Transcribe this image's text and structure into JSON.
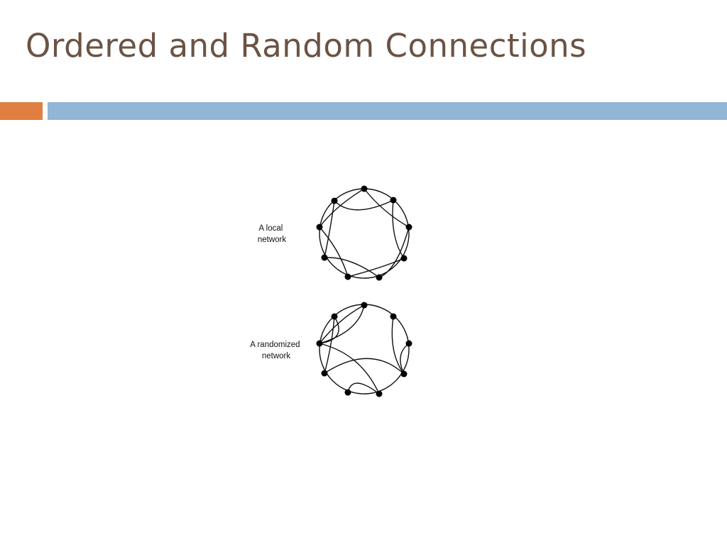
{
  "slide": {
    "title": "Ordered and Random Connections",
    "title_color": "#6b5344",
    "accent_color": "#e07f3f",
    "bar_color": "#92b6d5"
  },
  "diagrams": {
    "local": {
      "label_line1": "A local",
      "label_line2": "network"
    },
    "randomized": {
      "label_line1": "A randomized",
      "label_line2": "network"
    }
  }
}
